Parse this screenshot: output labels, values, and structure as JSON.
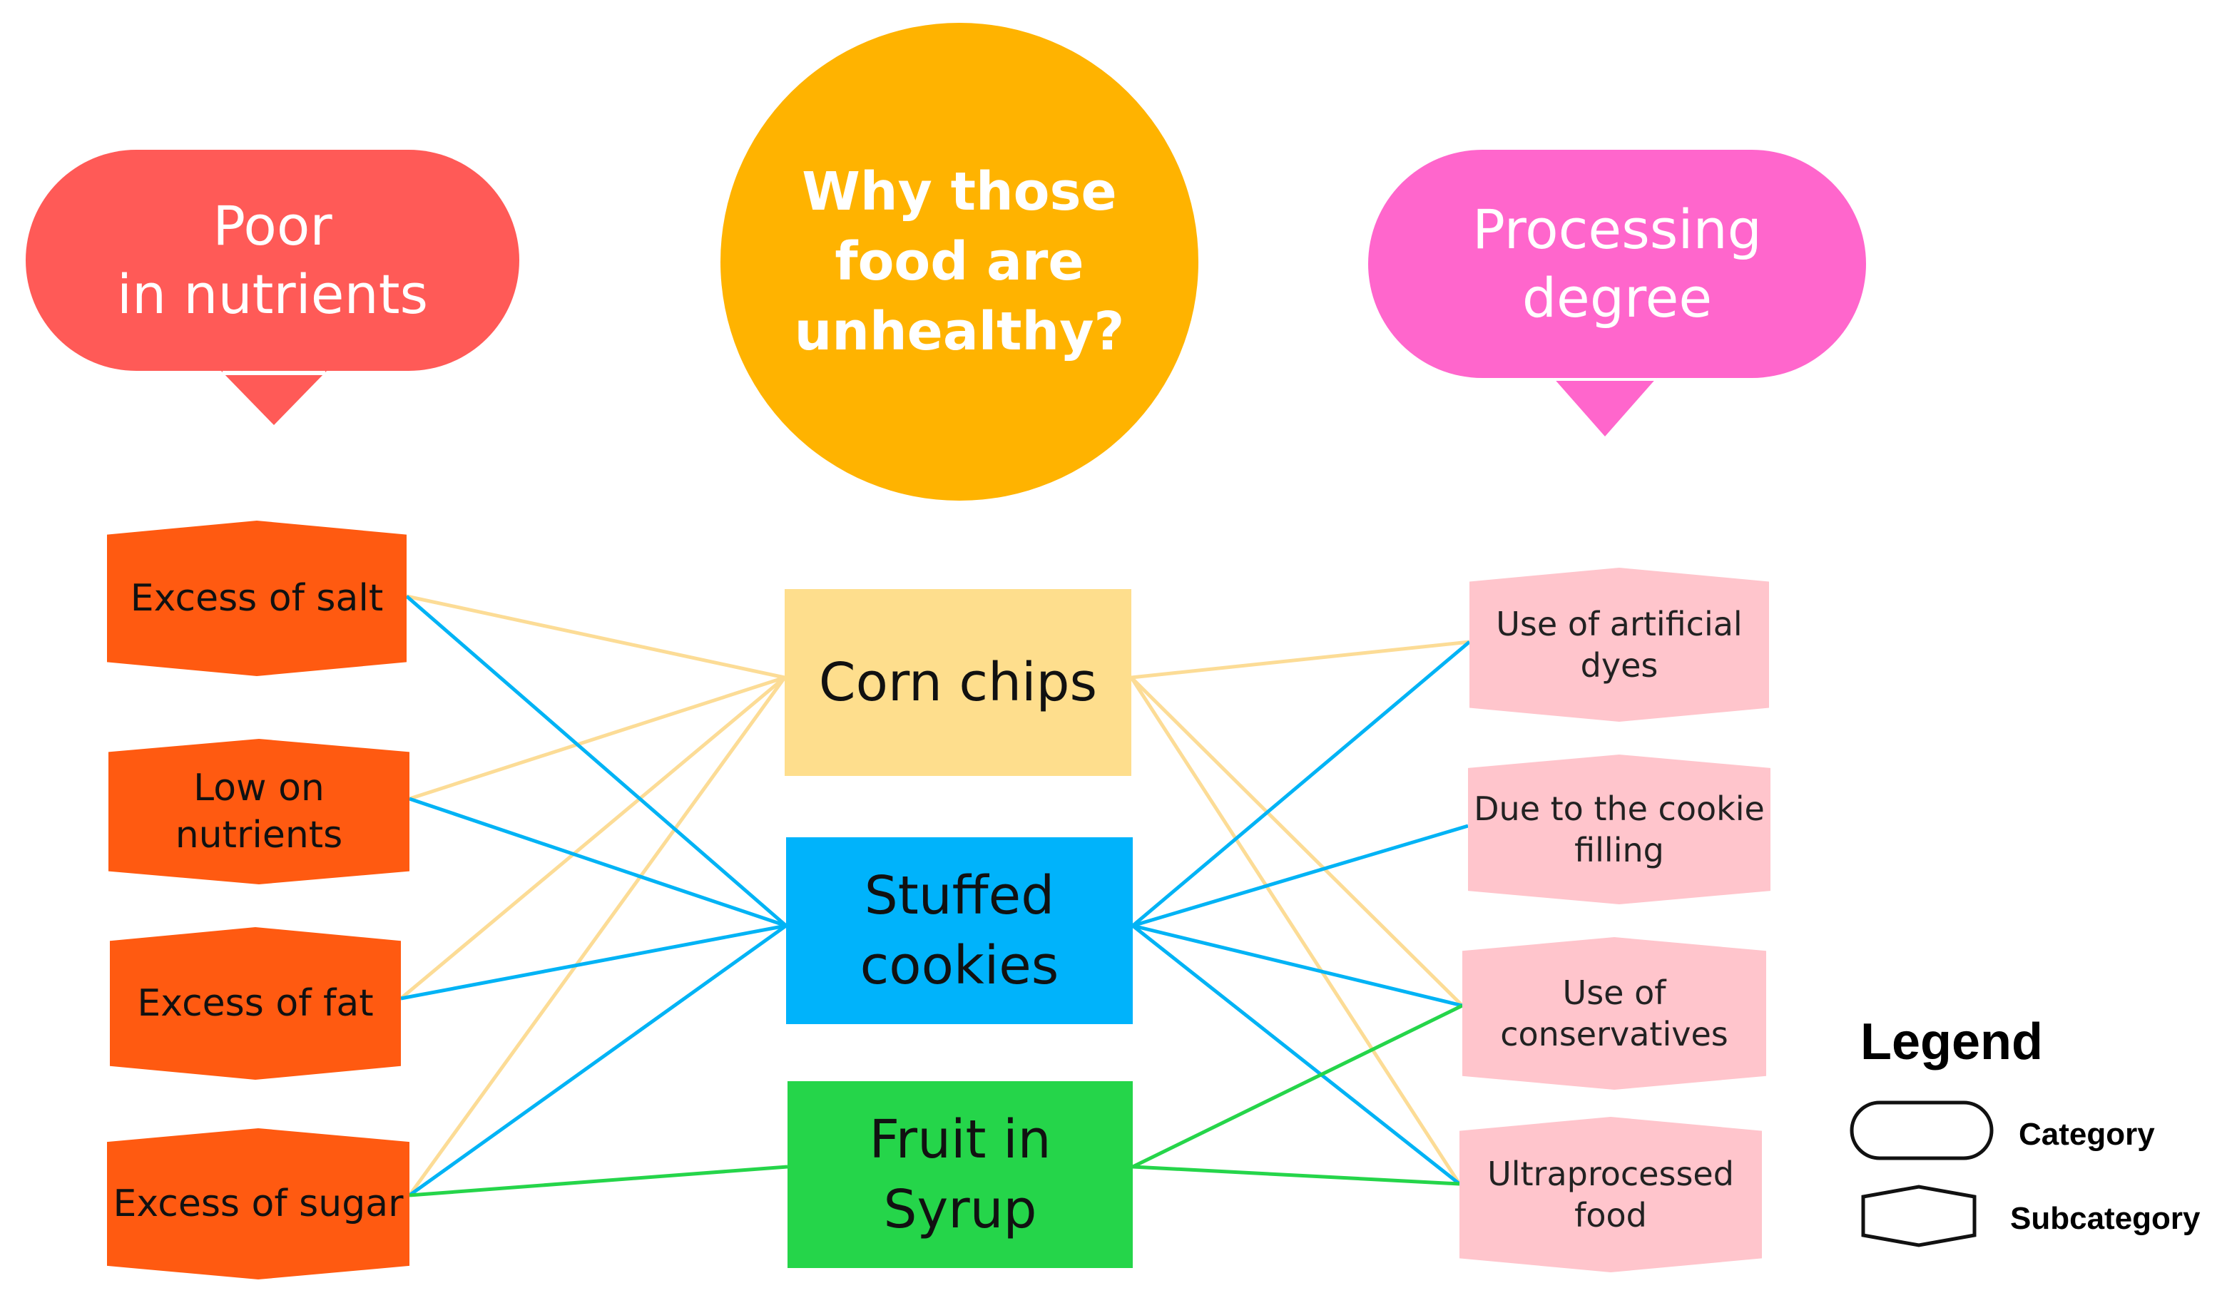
{
  "categories": {
    "left": "Poor\nin nutrients",
    "right": "Processing\ndegree"
  },
  "question": "Why those\nfood are\nunhealthy?",
  "foods": [
    "Corn chips",
    "Stuffed\ncookies",
    "Fruit in\nSyrup"
  ],
  "nutrient_issues": [
    "Excess of salt",
    "Low on\nnutrients",
    "Excess of fat",
    "Excess of sugar"
  ],
  "processing_issues": [
    "Use of artificial\ndyes",
    "Due to the cookie\nfilling",
    "Use of\nconservatives",
    "Ultraprocessed\nfood"
  ],
  "legend": {
    "title": "Legend",
    "category": "Category",
    "subcategory": "Subcategory"
  },
  "colors": {
    "corn_chips_link": "#fcdc96",
    "stuffed_cookies_link": "#00b3f5",
    "fruit_in_syrup_link": "#25d54a",
    "category_left": "#ff5a57",
    "category_right": "#ff66cc",
    "question_circle": "#ffb300",
    "nutrient_hexagon": "#ff5a11",
    "processing_hexagon": "#ffc5cc"
  },
  "connections": {
    "corn_chips": {
      "nutrient_issues": [
        "Excess of salt",
        "Low on\nnutrients",
        "Excess of fat",
        "Excess of sugar"
      ],
      "processing_issues": [
        "Use of artificial\ndyes",
        "Use of\nconservatives",
        "Ultraprocessed\nfood"
      ]
    },
    "stuffed_cookies": {
      "nutrient_issues": [
        "Excess of salt",
        "Low on\nnutrients",
        "Excess of fat",
        "Excess of sugar"
      ],
      "processing_issues": [
        "Use of artificial\ndyes",
        "Due to the cookie\nfilling",
        "Use of\nconservatives",
        "Ultraprocessed\nfood"
      ]
    },
    "fruit_in_syrup": {
      "nutrient_issues": [
        "Excess of sugar"
      ],
      "processing_issues": [
        "Use of\nconservatives",
        "Ultraprocessed\nfood"
      ]
    }
  }
}
